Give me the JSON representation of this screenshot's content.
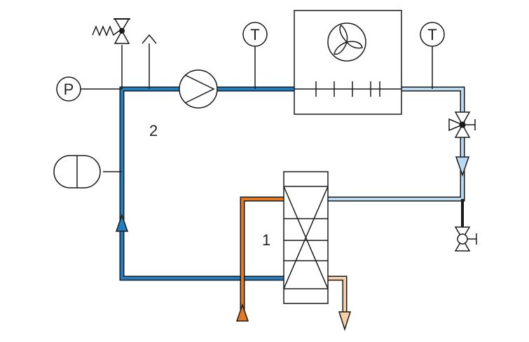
{
  "labels": {
    "pressure_gauge": "P",
    "temp_sensor_left": "T",
    "temp_sensor_right": "T",
    "circuit_number": "2",
    "heat_exchanger_number": "1"
  },
  "colors": {
    "line": "#1a1a1a",
    "pipe_blue_dark": "#1e7fc4",
    "pipe_blue_light": "#b9daf0",
    "pipe_orange_dark": "#e07a26",
    "pipe_orange_light": "#f6cfa6",
    "background": "#ffffff"
  }
}
